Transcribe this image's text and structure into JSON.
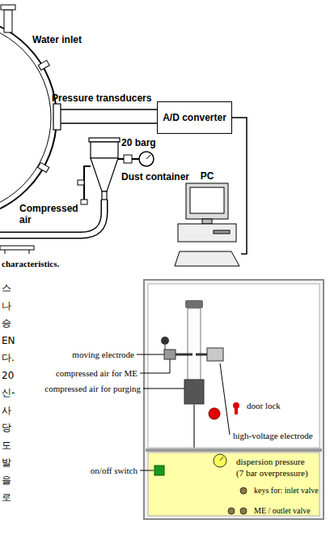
{
  "diagram": {
    "nodes": [
      {
        "text": [
          "A/D converter"
        ]
      },
      {
        "text": [
          "PC"
        ]
      }
    ],
    "edges": [
      {
        "from": 0,
        "to": 1,
        "arrow": "none"
      }
    ],
    "labels": [
      "Water inlet",
      "Pressure transducers",
      "20 barg",
      "Dust container",
      "Compressed air",
      "characteristics.",
      "스",
      "나",
      "승",
      "EN",
      "다.",
      "20",
      "신-",
      "사",
      "당",
      "도",
      "발",
      "을",
      "로",
      "moving electrode",
      "compressed air for ME",
      "compressed air for purging",
      "on/off switch",
      "door lock",
      "high-voltage electrode",
      "dispersion pressure (7 bar overpressure)",
      "keys for: inlet valve",
      "ME / outlet valve"
    ]
  }
}
